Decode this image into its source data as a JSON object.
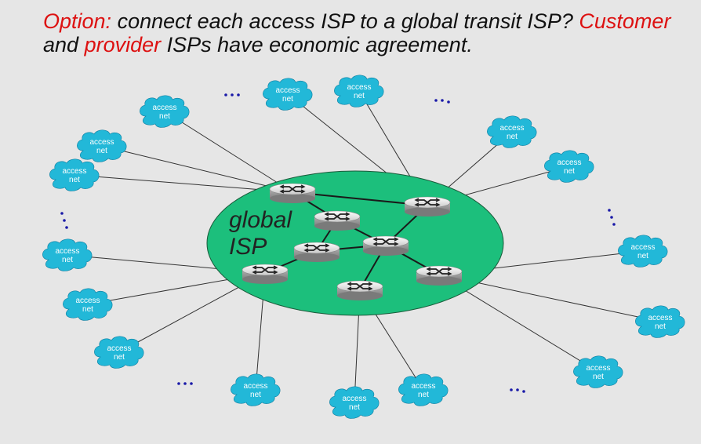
{
  "title": {
    "line1_prefix": "Option:",
    "line1_rest": " connect each access ISP to a global transit ISP? ",
    "line1_red": "Customer",
    "line2_start": "and ",
    "line2_red": "provider",
    "line2_rest": " ISPs have economic agreement."
  },
  "global_isp": {
    "label_line1": "global",
    "label_line2": "ISP",
    "fill_color": "#1cbf7c"
  },
  "access_net": {
    "label_line1": "access",
    "label_line2": "net",
    "fill_color": "#22b8d8"
  },
  "ellipsis": "..."
}
